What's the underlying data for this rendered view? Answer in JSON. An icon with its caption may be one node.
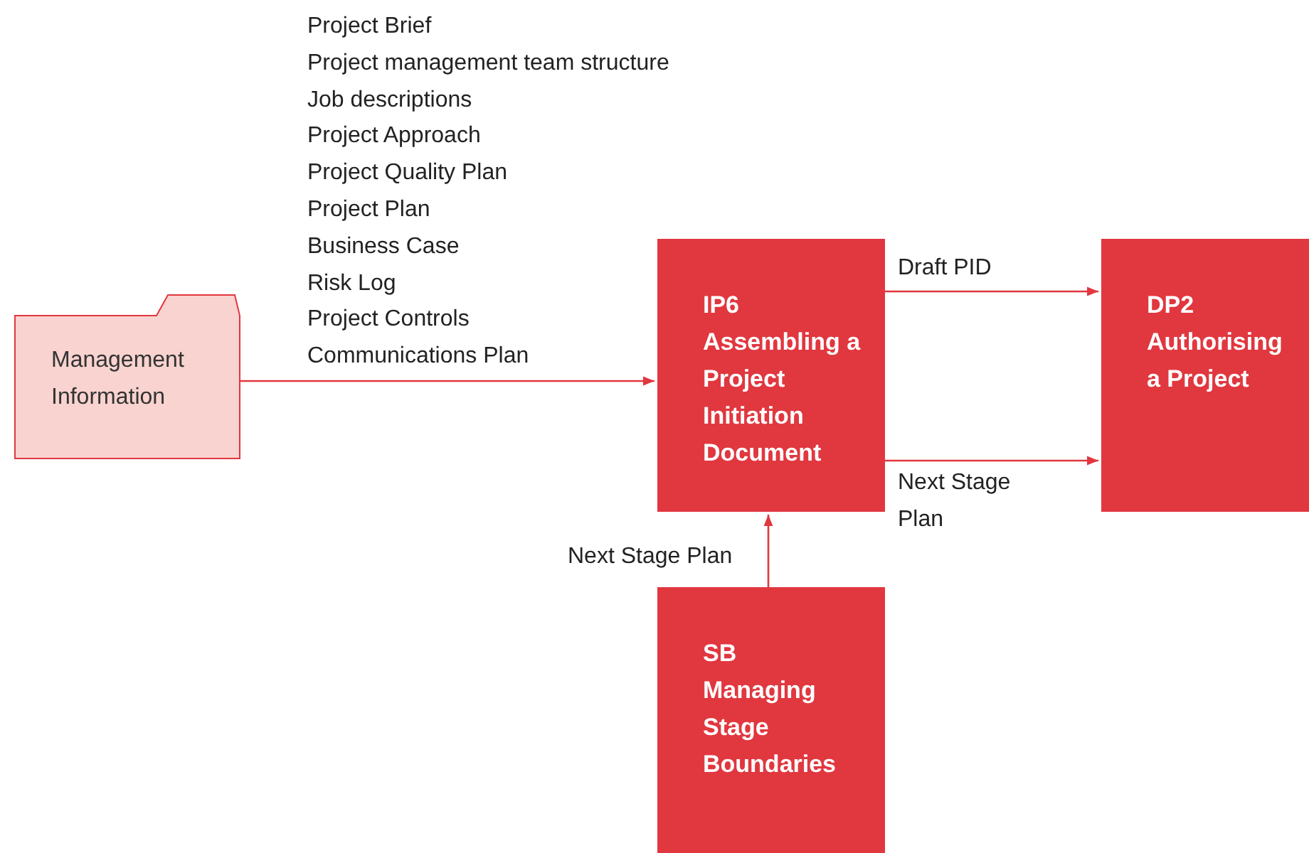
{
  "diagram": {
    "nodes": [
      {
        "text": [
          "Management Information"
        ]
      },
      {
        "text": [
          "IP6",
          "Assembling a Project Initiation Document"
        ]
      },
      {
        "text": [
          "DP2",
          "Authorising a Project"
        ]
      },
      {
        "text": [
          "SB",
          "Managing Stage Boundaries"
        ]
      }
    ],
    "edges": [
      {
        "from": 0,
        "to": 1,
        "arrow": "to"
      },
      {
        "from": 1,
        "to": 2,
        "label": "Draft PID",
        "arrow": "to"
      },
      {
        "from": 1,
        "to": 2,
        "label": "Next Stage Plan",
        "arrow": "to"
      },
      {
        "from": 3,
        "to": 1,
        "label": "Next Stage Plan",
        "arrow": "to"
      }
    ],
    "labels": [
      "Project Brief",
      "Project management team structure",
      "Job descriptions",
      "Project Approach",
      "Project Quality Plan",
      "Project Plan",
      "Business Case",
      "Risk Log",
      "Project Controls",
      "Communications Plan"
    ]
  }
}
